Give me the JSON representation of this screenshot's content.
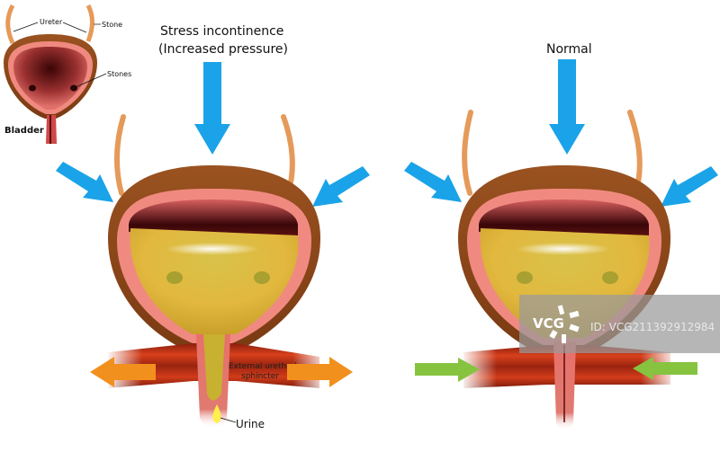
{
  "inset": {
    "labels": {
      "ureter": "Ureter",
      "stone_top": "Stone",
      "stones": "Stones",
      "bladder": "Bladder"
    }
  },
  "stress_panel": {
    "title_line1": "Stress incontinence",
    "title_line2": "(Increased pressure)",
    "sphincter_line1": "External urethral",
    "sphincter_line2": "sphincter",
    "urine_label": "Urine"
  },
  "normal_panel": {
    "title": "Normal"
  },
  "watermark": {
    "logo": "VCG",
    "id_text": "ID: VCG211392912984"
  },
  "colors": {
    "pressure_arrow": "#1aa3e8",
    "outward_arrow": "#f2901e",
    "inward_arrow": "#86c440",
    "bladder_wall": "#8b4513",
    "mucosa": "#f08a80",
    "urine": "#e0bc3c",
    "muscle": "#c2361a",
    "ureter": "#e59a5a"
  }
}
